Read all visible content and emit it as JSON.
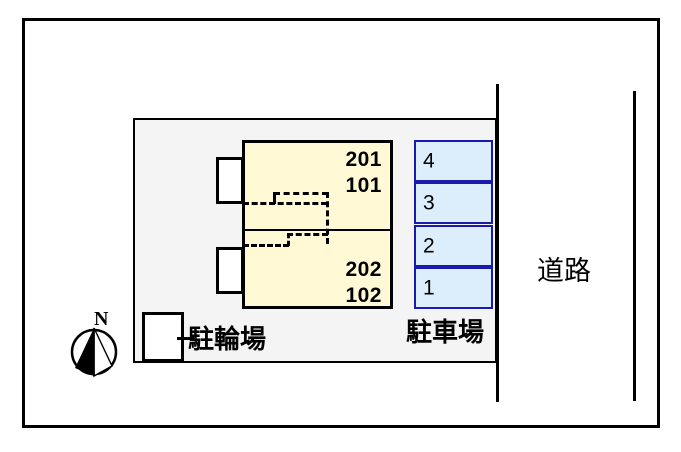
{
  "plan": {
    "type": "property-site-layout",
    "title_visible": false
  },
  "building": {
    "name": "apartment-building",
    "fill_color": "#FFFAD5",
    "units": [
      {
        "position": "upper",
        "labels": [
          "201",
          "101"
        ]
      },
      {
        "position": "lower",
        "labels": [
          "202",
          "102"
        ]
      }
    ]
  },
  "parking": {
    "label": "駐車場",
    "fill_color": "#DCEEFB",
    "border_color": "#1A1AAF",
    "stalls": [
      "4",
      "3",
      "2",
      "1"
    ]
  },
  "bicycle_parking": {
    "label": "駐輪場"
  },
  "road": {
    "label": "道路"
  },
  "compass": {
    "north_label": "N"
  },
  "colors": {
    "site_fill": "#F4F4F4",
    "building_fill": "#FFFAD5",
    "parking_fill": "#DCEEFB",
    "parking_stroke": "#1A1AAF",
    "outline": "#000000"
  }
}
